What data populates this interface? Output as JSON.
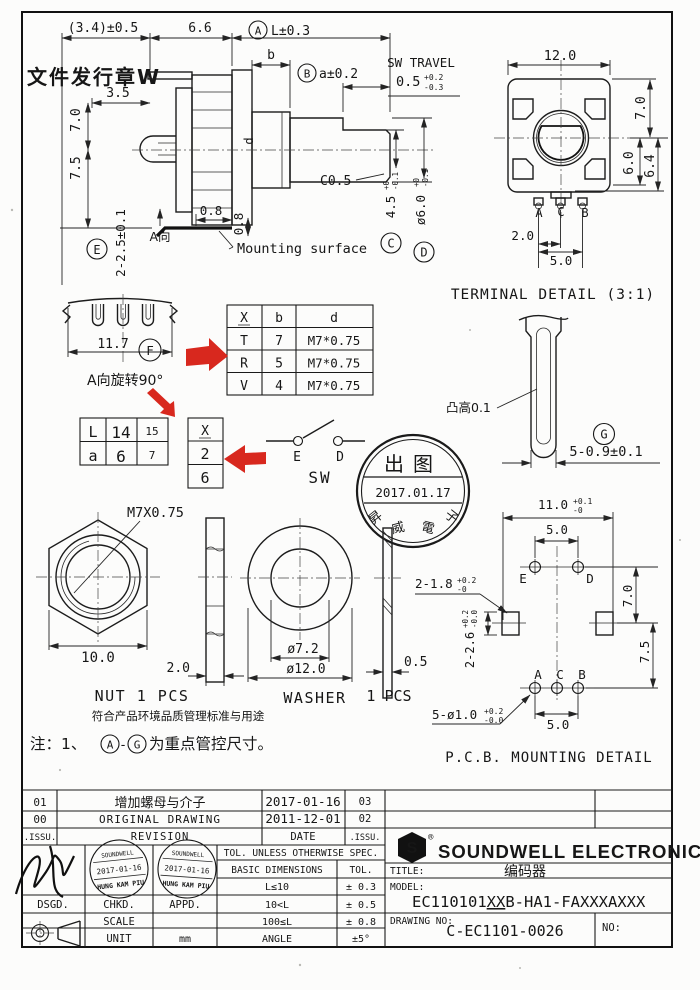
{
  "side": {
    "dim_34": "(3.4)±0.5",
    "dim_66": "6.6",
    "cA": "A",
    "dim_L": "L±0.3",
    "doc_stamp": "文件发行章W",
    "dim_35": "3.5",
    "dim_70": "7.0",
    "dim_75": "7.5",
    "dim_b": "b",
    "cB": "B",
    "dim_a": "a±0.2",
    "sw_travel": "SW TRAVEL",
    "sw_val": "0.5",
    "sw_up": "+0.2",
    "sw_dn": "-0.3",
    "dim_d": "d",
    "chamfer": "C0.5",
    "cC": "C",
    "d45": "4.5",
    "d45_up": "+0",
    "d45_dn": "-0.1",
    "cD": "D",
    "d6": "ø6.0",
    "d6_up": "+0",
    "d6_dn": "-0.1",
    "d08a": "0.8",
    "d08b": "0.8",
    "a_dir": "A向",
    "cE": "E",
    "d25": "2-2.5±0.1",
    "mounting": "Mounting surface"
  },
  "front": {
    "d12": "12.0",
    "d7": "7.0",
    "d6": "6.0",
    "d64": "6.4",
    "a": "A",
    "c": "C",
    "b": "B",
    "d2": "2.0",
    "d5": "5.0"
  },
  "terminal": {
    "title": "TERMINAL DETAIL (3:1)",
    "bump": "凸高0.1",
    "cG": "G",
    "dim": "5-0.9±0.1"
  },
  "rotated": {
    "dim": "11.7",
    "cF": "F",
    "caption": "A向旋转90°"
  },
  "tables": {
    "xbd": {
      "h": [
        "X",
        "b",
        "d"
      ],
      "r": [
        [
          "T",
          "7",
          "M7*0.75"
        ],
        [
          "R",
          "5",
          "M7*0.75"
        ],
        [
          "V",
          "4",
          "M7*0.75"
        ]
      ]
    },
    "la": [
      [
        "L",
        "14",
        "15"
      ],
      [
        "a",
        "6",
        "7"
      ]
    ],
    "x26": [
      "X",
      "2",
      "6"
    ]
  },
  "sw": {
    "e": "E",
    "d": "D",
    "label": "SW"
  },
  "stamp": {
    "top": "出图",
    "date": "2017.01.17",
    "bottom": [
      "昇",
      "威",
      "電",
      "子"
    ]
  },
  "nut": {
    "thread": "M7X0.75",
    "d10": "10.0",
    "d2": "2.0",
    "label": "NUT 1 PCS"
  },
  "washer": {
    "d72": "ø7.2",
    "d120": "ø12.0",
    "d05": "0.5",
    "label": "WASHER",
    "pcs": "1 PCS"
  },
  "notes": {
    "line1": "符合产品环境品质管理标准与用途",
    "pre": "注：1、",
    "a": "A",
    "dash": "-",
    "g": "G",
    "post": "为重点管控尺寸。"
  },
  "pcb": {
    "d11": "11.0",
    "d11u": "+0.1",
    "d11d": "-0",
    "d5t": "5.0",
    "e": "E",
    "d": "D",
    "d18": "2-1.8",
    "d18u": "+0.2",
    "d18d": "-0",
    "d7": "7.0",
    "d75": "7.5",
    "d26": "2-2.6",
    "d26u": "+0.2",
    "d26d": "-0.0",
    "a": "A",
    "c": "C",
    "b": "B",
    "d5b": "5.0",
    "holes": "5-ø1.0",
    "holesu": "+0.2",
    "holesd": "-0.0",
    "title": "P.C.B. MOUNTING DETAIL"
  },
  "tb": {
    "rev": [
      [
        "01",
        "增加螺母与介子",
        "2017-01-16",
        "03"
      ],
      [
        "00",
        "ORIGINAL DRAWING",
        "2011-12-01",
        "02"
      ],
      [
        ".ISSU.",
        "REVISION",
        "DATE",
        ".ISSU."
      ]
    ],
    "dsgd": "DSGD.",
    "chkd": "CHKD.",
    "appd": "APPD.",
    "scale": "SCALE",
    "unit": "UNIT",
    "unit_val": "mm",
    "tol_header": "TOL. UNLESS OTHERWISE SPEC.",
    "tol": [
      [
        "BASIC DIMENSIONS",
        "TOL."
      ],
      [
        "L≤10",
        "± 0.3"
      ],
      [
        "10<L",
        "± 0.5"
      ],
      [
        "100≤L",
        "± 0.8"
      ],
      [
        "ANGLE",
        "±5°"
      ]
    ],
    "company": "SOUNDWELL ELECTRONIC",
    "reg": "®",
    "logo_letter": "S",
    "title_label": "TITLE:",
    "title_value": "编码器",
    "model_label": "MODEL:",
    "model_pre": "EC110101",
    "model_xx": "XX",
    "model_suf": "B-HA1-FAXXXAXXX",
    "drawing_label": "DRAWING NO:",
    "drawing_value": "C-EC1101-0026",
    "no_label": "NO:",
    "stamp_arc": "SOUNDWELL",
    "stamp_date": "2017-01-16",
    "stamp_name": "HUNG KAM PIU"
  }
}
